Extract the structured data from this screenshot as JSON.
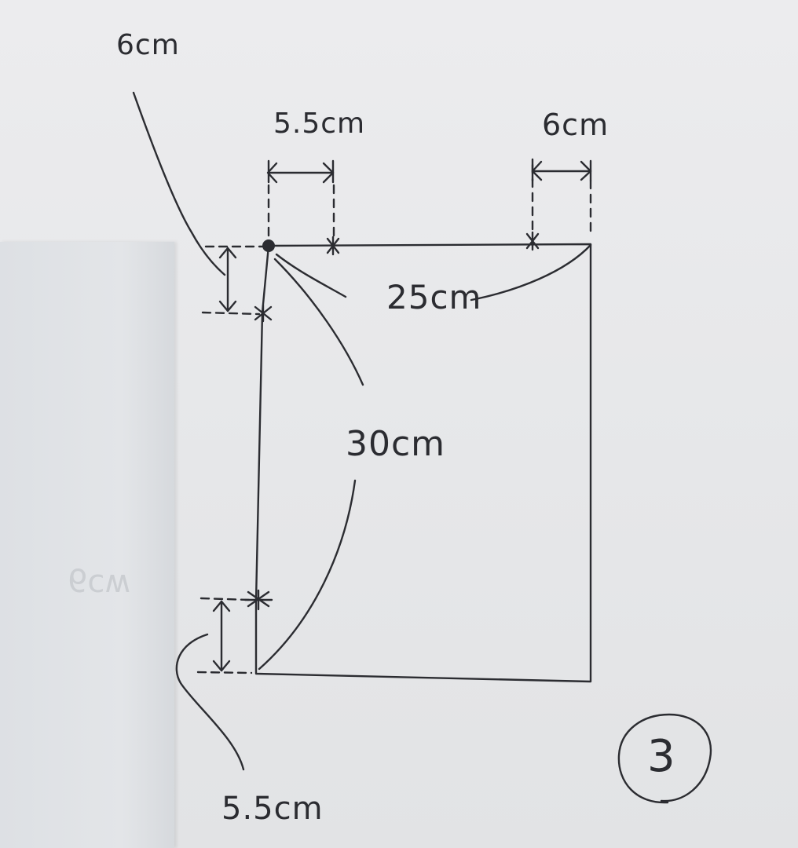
{
  "labels": {
    "top_left_note": "6cm",
    "top_notch_left": "5.5cm",
    "top_notch_right": "6cm",
    "width_25": "25cm",
    "height_30": "30cm",
    "bottom_note": "5.5cm",
    "page_number": "3"
  },
  "ink_color": "#2b2c31"
}
